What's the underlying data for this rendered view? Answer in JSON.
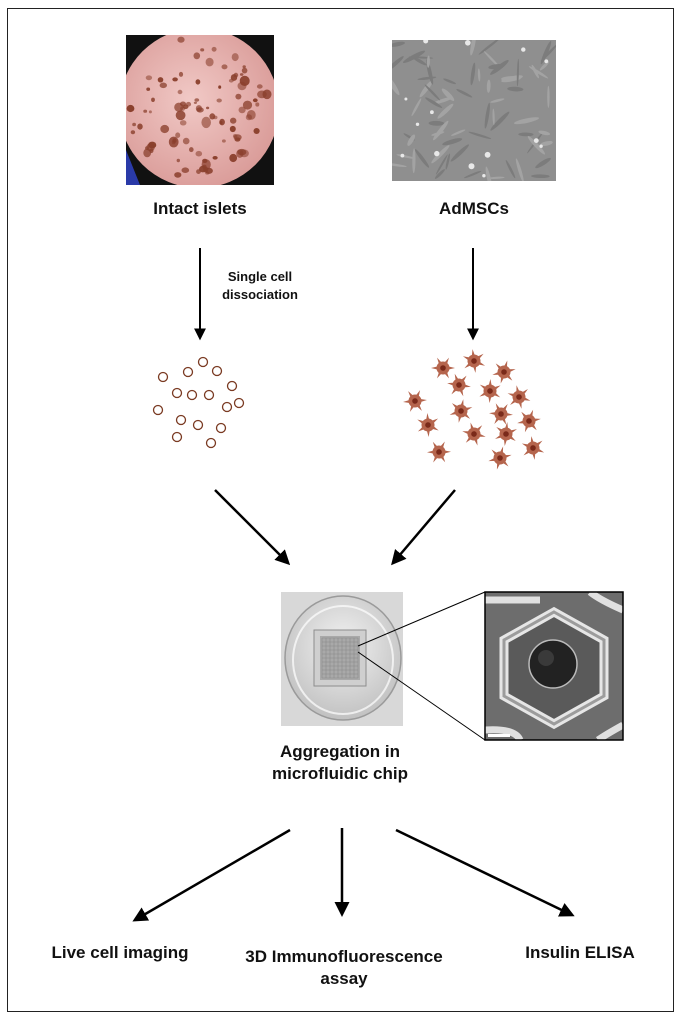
{
  "labels": {
    "intact_islets": "Intact islets",
    "admscs": "AdMSCs",
    "dissociation_line1": "Single cell",
    "dissociation_line2": "dissociation",
    "aggregation_line1": "Aggregation in",
    "aggregation_line2": "microfluidic  chip",
    "live_cell_imaging": "Live cell imaging",
    "immuno_line1": "3D Immunofluorescence",
    "immuno_line2": "assay",
    "insulin_elisa": "Insulin  ELISA"
  },
  "colors": {
    "islet_dish": "#e9b8b6",
    "islet_spots": "#8a3f2c",
    "admsc_field": "#8f8f8f",
    "single_cell_outline": "#7a3a22",
    "admsc_cell": "#b5654d",
    "admsc_nucleus": "#7a2a1a",
    "arrow": "#000000",
    "sem_background": "#6d6d6d"
  },
  "icons": {
    "islet_photo": "islet-micrograph-icon",
    "admsc_photo": "admsc-micrograph-icon",
    "single_cells": "round-cell-icon",
    "stem_cells": "stellate-cell-icon",
    "chip_photo": "microfluidic-chip-icon",
    "sem_photo": "microwell-sem-icon"
  }
}
